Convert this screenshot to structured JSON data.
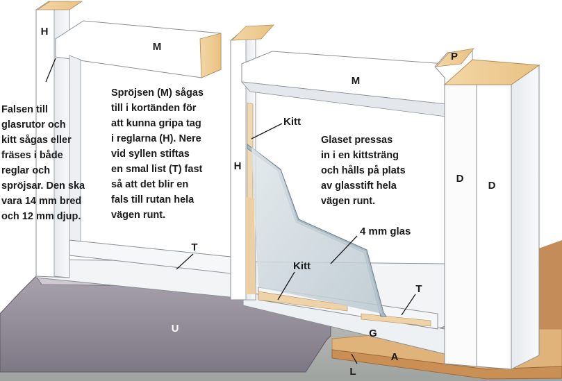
{
  "labels": {
    "H_left": "H",
    "H_mid": "H",
    "M_left": "M",
    "M_right": "M",
    "P": "P",
    "D1": "D",
    "D2": "D",
    "T_left": "T",
    "T_right": "T",
    "Kitt_top": "Kitt",
    "Kitt_bottom": "Kitt",
    "glas": "4 mm glas",
    "U": "U",
    "G": "G",
    "A": "A",
    "L": "L"
  },
  "text_falsen": [
    "Falsen till",
    "glasrutor och",
    "kitt sågas eller",
    "fräses i både",
    "reglar och",
    "spröjsar. Den ska",
    "vara 14 mm bred",
    "och 12 mm djup."
  ],
  "text_sprojsen": [
    "Spröjsen (M) sågas",
    "till i kortänden för",
    "att kunna gripa tag",
    "i reglarna (H). Nere",
    "vid syllen stiftas",
    "en smal list (T) fast",
    "så att det blir en",
    "fals till rutan hela",
    "vägen runt."
  ],
  "text_glaset": [
    "Glaset pressas",
    "in i en kittsträng",
    "och hålls på plats",
    "av glasstift hela",
    "vägen runt."
  ]
}
